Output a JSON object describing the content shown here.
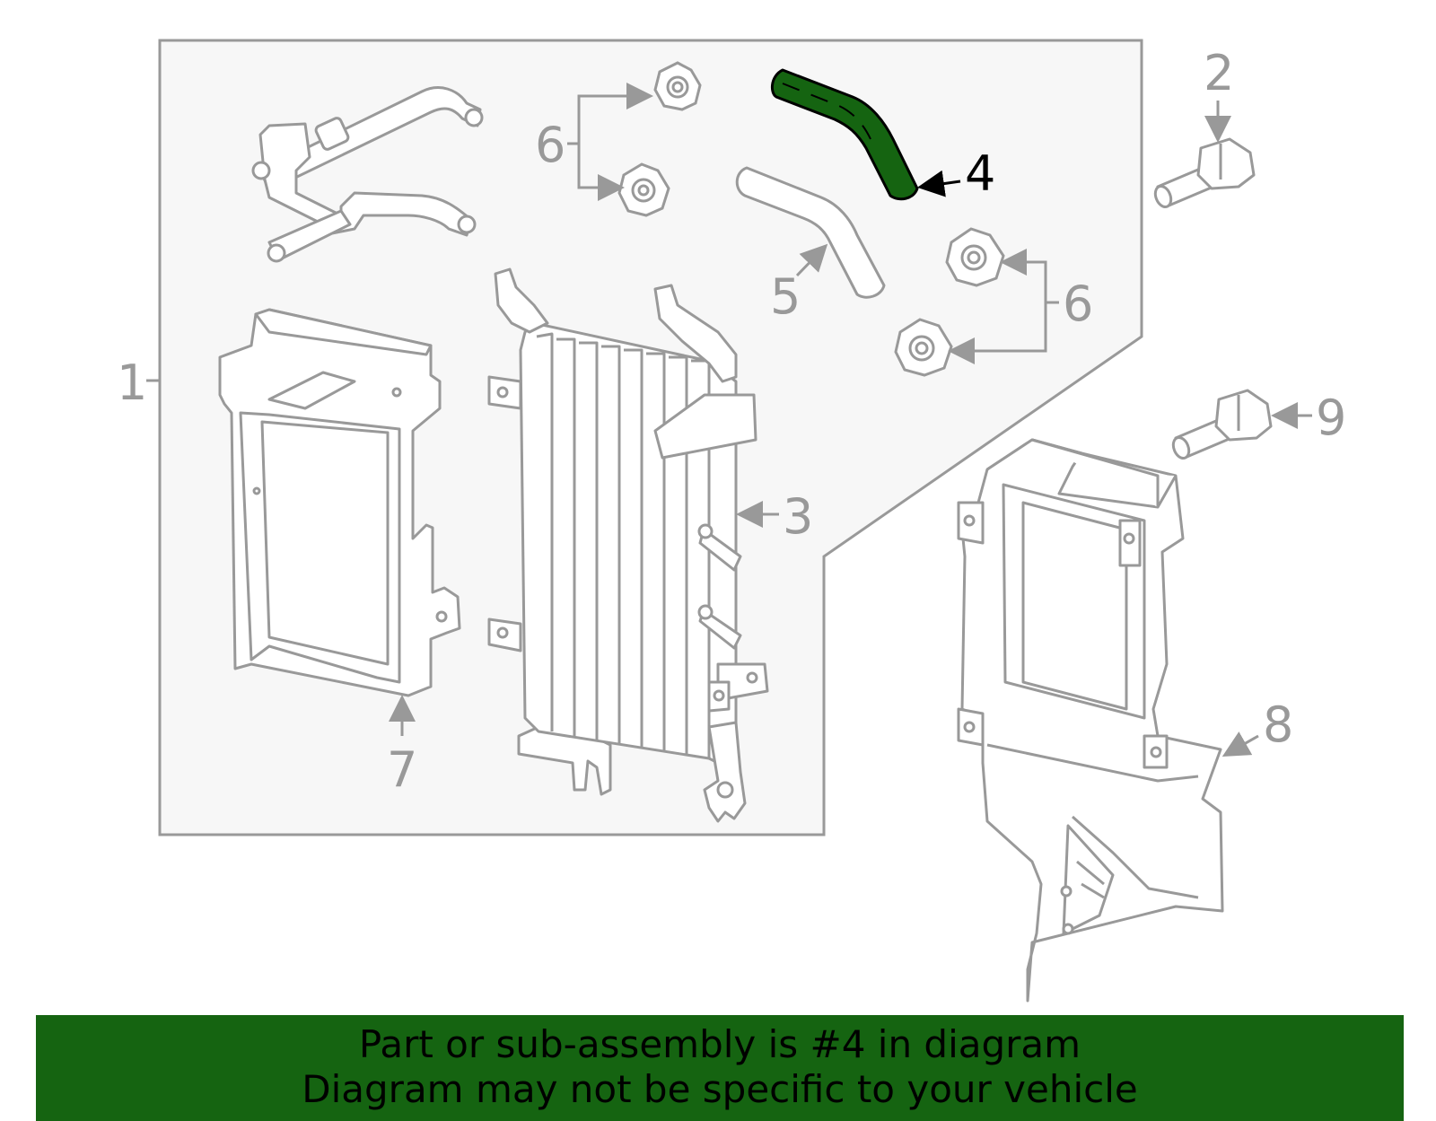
{
  "colors": {
    "line": "#999999",
    "panel_fill": "#f7f7f7",
    "highlight": "#156411",
    "banner_bg": "#156411",
    "banner_text": "#000000",
    "callout_active": "#000000"
  },
  "callouts": {
    "c1": "1",
    "c2": "2",
    "c3": "3",
    "c4": "4",
    "c5": "5",
    "c6a": "6",
    "c6b": "6",
    "c7": "7",
    "c8": "8",
    "c9": "9"
  },
  "highlighted_part": "4",
  "banner": {
    "line1": "Part or sub-assembly is #4 in diagram",
    "line2": "Diagram may not be specific to your vehicle"
  }
}
